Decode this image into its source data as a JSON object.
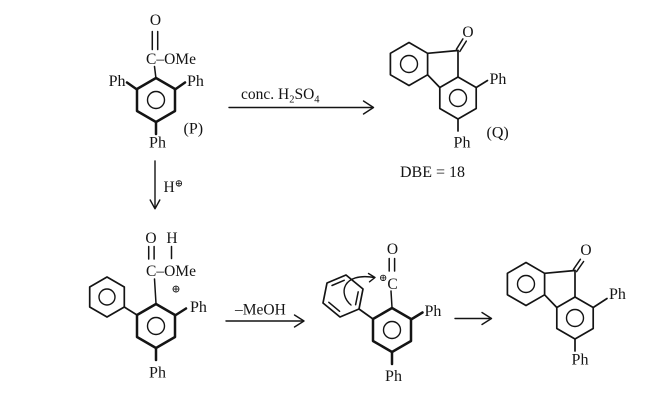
{
  "colors": {
    "ink": "#141414",
    "background": "#ffffff"
  },
  "scheme": {
    "p": {
      "o": "O",
      "ester": "C–OMe",
      "ph_left": "Ph",
      "ph_right": "Ph",
      "ph_bottom": "Ph",
      "tag": "(P)"
    },
    "protonation": {
      "h": "H",
      "plus": "⊕"
    },
    "step1": {
      "pre": "conc. H",
      "sub1": "2",
      "mid": "SO",
      "sub2": "4"
    },
    "q": {
      "o": "O",
      "ph_right": "Ph",
      "ph_bottom": "Ph",
      "tag": "(Q)",
      "dbe": "DBE = 18"
    },
    "oxocarbenium": {
      "o": "O",
      "h": "H",
      "ester": "C–OMe",
      "plus": "⊕",
      "ph_right": "Ph",
      "ph_bottom": "Ph"
    },
    "step2": {
      "reagent": "–MeOH"
    },
    "acylium": {
      "o": "O",
      "plus": "⊕",
      "c": "C",
      "ph_right": "Ph",
      "ph_bottom": "Ph"
    },
    "product": {
      "o": "O",
      "ph_right": "Ph",
      "ph_bottom": "Ph"
    }
  }
}
